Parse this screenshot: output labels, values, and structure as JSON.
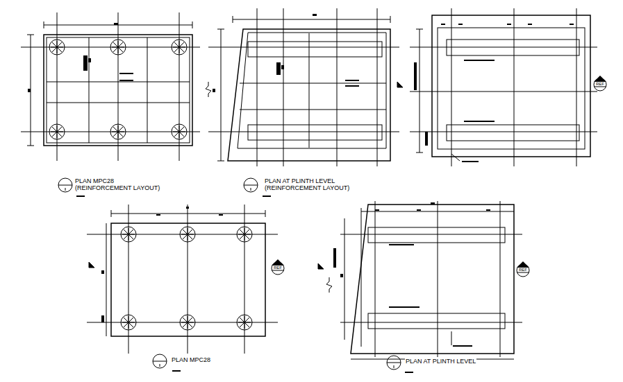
{
  "diagram": {
    "nodes": [
      {
        "text": [
          "REF"
        ]
      },
      {
        "text": [
          "REF"
        ]
      },
      {
        "text": [
          "REF"
        ]
      }
    ],
    "labels": [
      "PLAN MPC28",
      "(REINFORCEMENT LAYOUT)",
      "PLAN AT PLINTH LEVEL",
      "(REINFORCEMENT LAYOUT)",
      "PLAN MPC28",
      "PLAN AT PLINTH LEVEL"
    ]
  }
}
